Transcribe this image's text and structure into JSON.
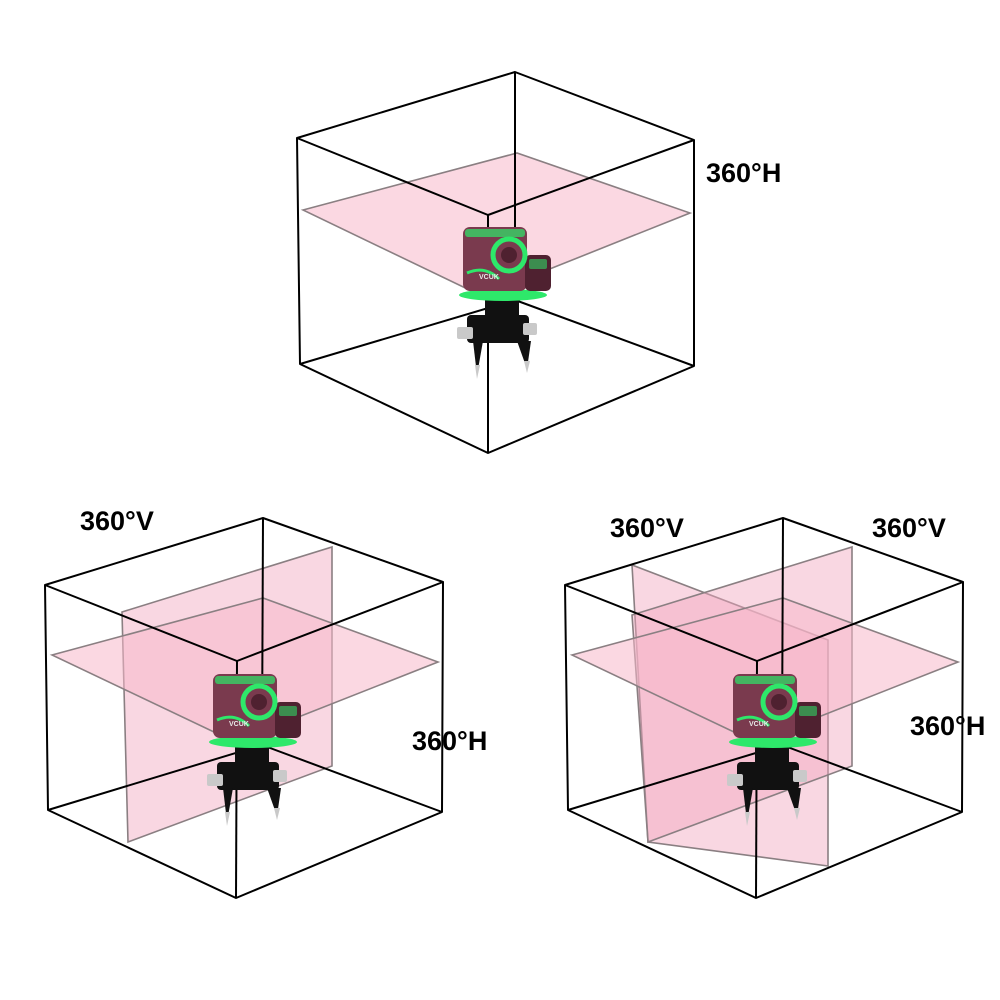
{
  "colors": {
    "plane": "#f7b8cb",
    "plane_v": "#f2a6bf",
    "body": "#7a3a4e",
    "body_dark": "#4f2130",
    "accent": "#2ee86a",
    "base": "#111111",
    "metal": "#c9c9c9"
  },
  "brand_mark": "VCUK",
  "panels": [
    {
      "id": "top",
      "labels": {
        "h": "360°H"
      }
    },
    {
      "id": "left",
      "labels": {
        "v": "360°V",
        "h": "360°H"
      }
    },
    {
      "id": "right",
      "labels": {
        "v1": "360°V",
        "v2": "360°V",
        "h": "360°H"
      }
    }
  ]
}
